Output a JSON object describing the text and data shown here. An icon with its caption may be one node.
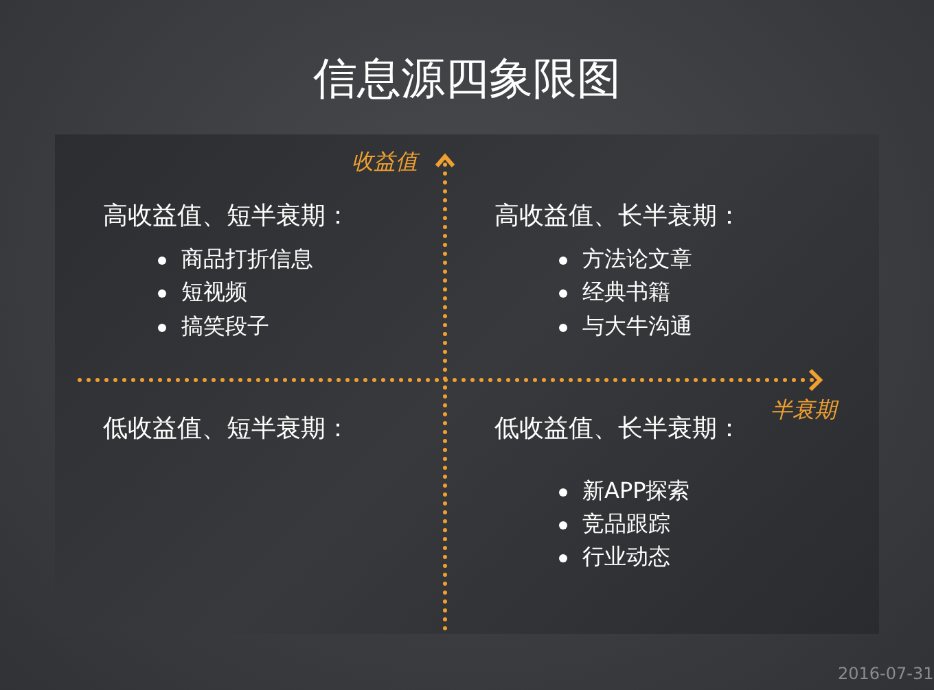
{
  "diagram": {
    "title": "信息源四象限图",
    "labels": [
      "收益值",
      "高收益值、短半衰期：",
      "商品打折信息",
      "短视频",
      "搞笑段子",
      "高收益值、长半衰期：",
      "方法论文章",
      "经典书籍",
      "与大牛沟通",
      "半衰期",
      "低收益值、短半衰期：",
      "低收益值、长半衰期：",
      "新APP探索",
      "竞品跟踪",
      "行业动态",
      "2016-07-31"
    ]
  }
}
